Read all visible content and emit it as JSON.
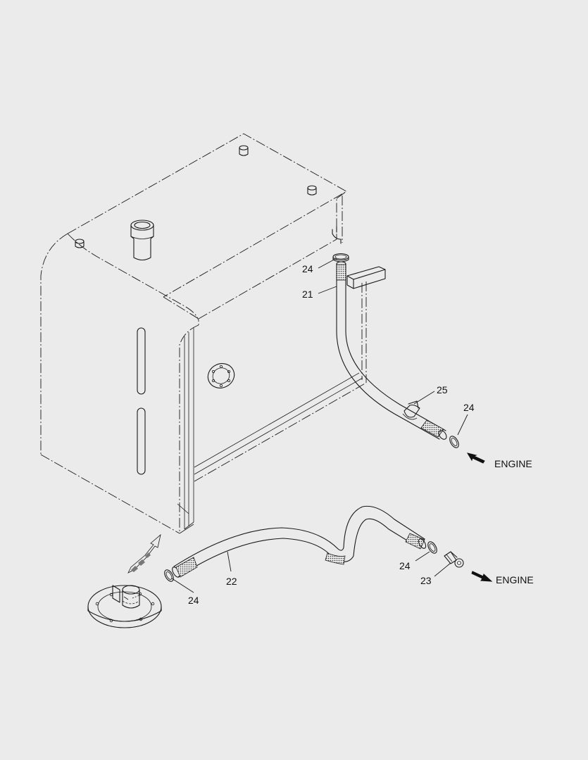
{
  "callouts": {
    "c24_top": "24",
    "c21": "21",
    "c25": "25",
    "c24_right": "24",
    "c22": "22",
    "c24_left": "24",
    "c24_bottom": "24",
    "c23": "23"
  },
  "directions": {
    "engine_return": "ENGINE",
    "engine_supply": "ENGINE"
  },
  "icons": {
    "return_arrow": "arrow-in-icon",
    "supply_arrow": "arrow-out-icon"
  },
  "colors": {
    "background": "#ebebeb",
    "line": "#1a1a1a"
  }
}
